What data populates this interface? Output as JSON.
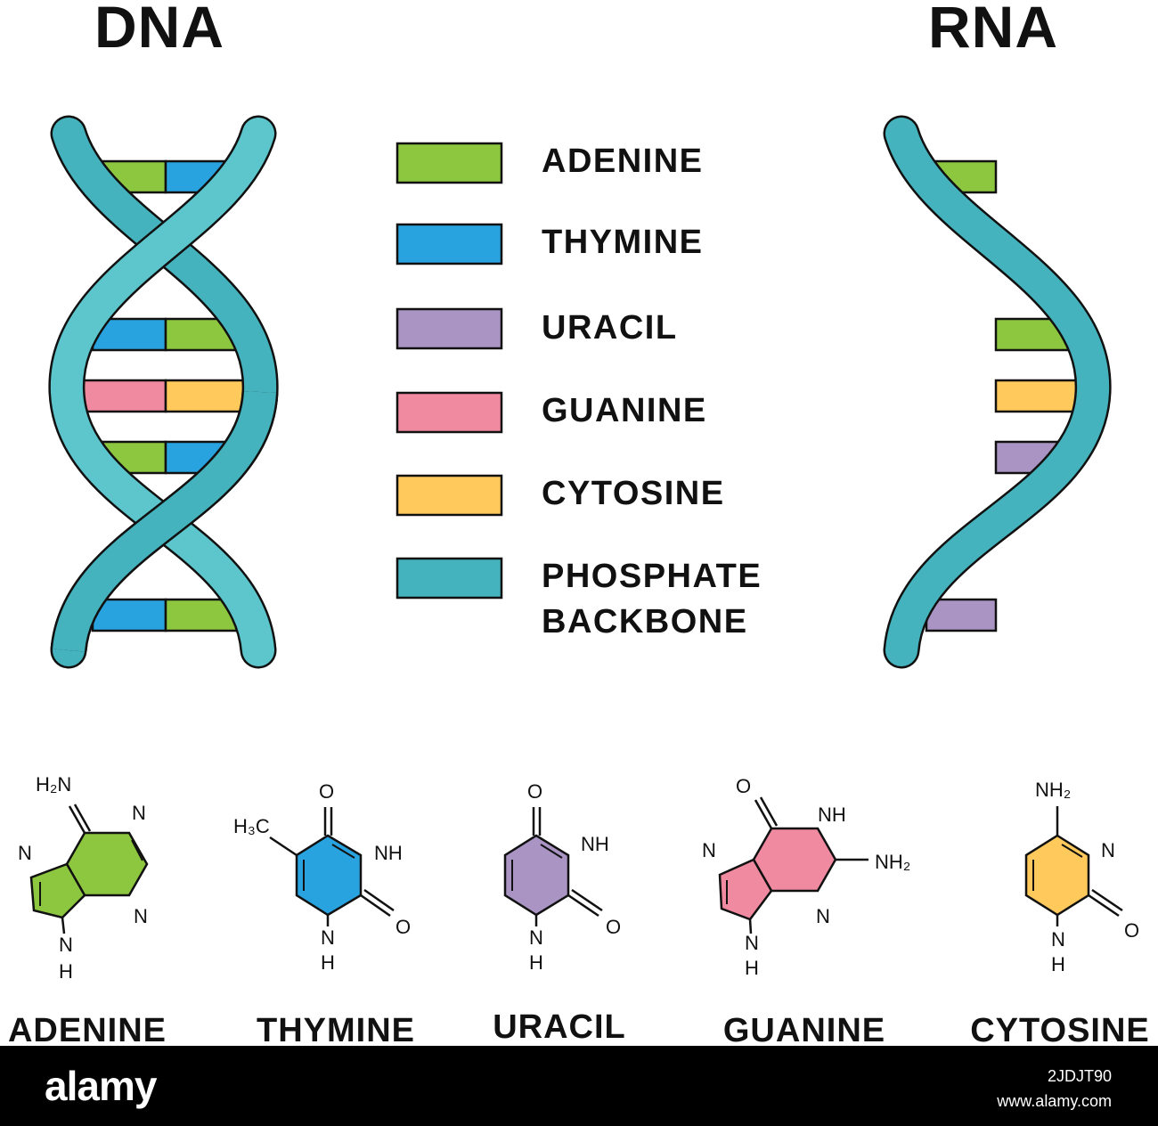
{
  "titles": {
    "dna": "DNA",
    "rna": "RNA"
  },
  "colors": {
    "adenine": "#8dc63f",
    "thymine": "#29a3df",
    "uracil": "#a994c3",
    "guanine": "#f08aa0",
    "cytosine": "#ffc95c",
    "backbone": "#45b3bd",
    "outline": "#111111"
  },
  "legend": {
    "items": [
      {
        "label": "ADENINE"
      },
      {
        "label": "THYMINE"
      },
      {
        "label": "URACIL"
      },
      {
        "label": "GUANINE"
      },
      {
        "label": "CYTOSINE"
      },
      {
        "label": "PHOSPHATE BACKBONE",
        "line1": "PHOSPHATE",
        "line2": "BACKBONE"
      }
    ]
  },
  "structures": {
    "adenine": {
      "name": "ADENINE",
      "amine": "H₂N",
      "n1": "N",
      "n2": "N",
      "n3": "N",
      "nh_n": "N",
      "nh_h": "H"
    },
    "thymine": {
      "name": "THYMINE",
      "methyl": "H₃C",
      "o_top": "O",
      "nh": "NH",
      "o_right": "O",
      "nh_n": "N",
      "nh_h": "H"
    },
    "uracil": {
      "name": "URACIL",
      "o_top": "O",
      "nh": "NH",
      "o_right": "O",
      "nh_n": "N",
      "nh_h": "H"
    },
    "guanine": {
      "name": "GUANINE",
      "o_top": "O",
      "nh": "NH",
      "amine": "NH₂",
      "n_left": "N",
      "n_right": "N",
      "nh_n": "N",
      "nh_h": "H"
    },
    "cytosine": {
      "name": "CYTOSINE",
      "amine": "NH₂",
      "n": "N",
      "o_right": "O",
      "nh_n": "N",
      "nh_h": "H"
    }
  },
  "footer": {
    "watermark": "alamy",
    "image_id": "2JDJT90",
    "site": "www.alamy.com"
  }
}
